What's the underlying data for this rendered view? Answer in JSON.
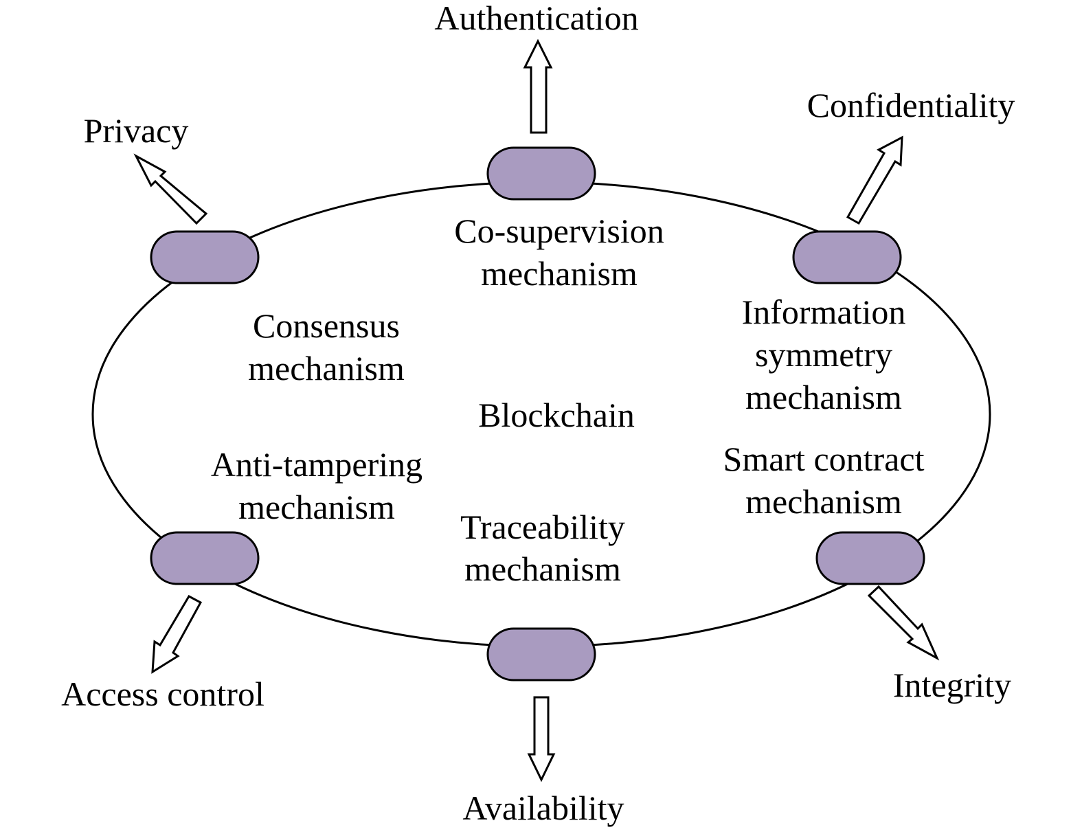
{
  "center_label": "Blockchain",
  "colors": {
    "node_fill": "#a99bc0",
    "stroke": "#000000",
    "arrow_fill": "#ffffff"
  },
  "mechanisms": {
    "co_supervision": [
      "Co-supervision",
      "mechanism"
    ],
    "consensus": [
      "Consensus",
      "mechanism"
    ],
    "information_symmetry": [
      "Information",
      "symmetry",
      "mechanism"
    ],
    "anti_tampering": [
      "Anti-tampering",
      "mechanism"
    ],
    "smart_contract": [
      "Smart contract",
      "mechanism"
    ],
    "traceability": [
      "Traceability",
      "mechanism"
    ]
  },
  "properties": {
    "authentication": "Authentication",
    "privacy": "Privacy",
    "confidentiality": "Confidentiality",
    "access_control": "Access control",
    "integrity": "Integrity",
    "availability": "Availability"
  }
}
